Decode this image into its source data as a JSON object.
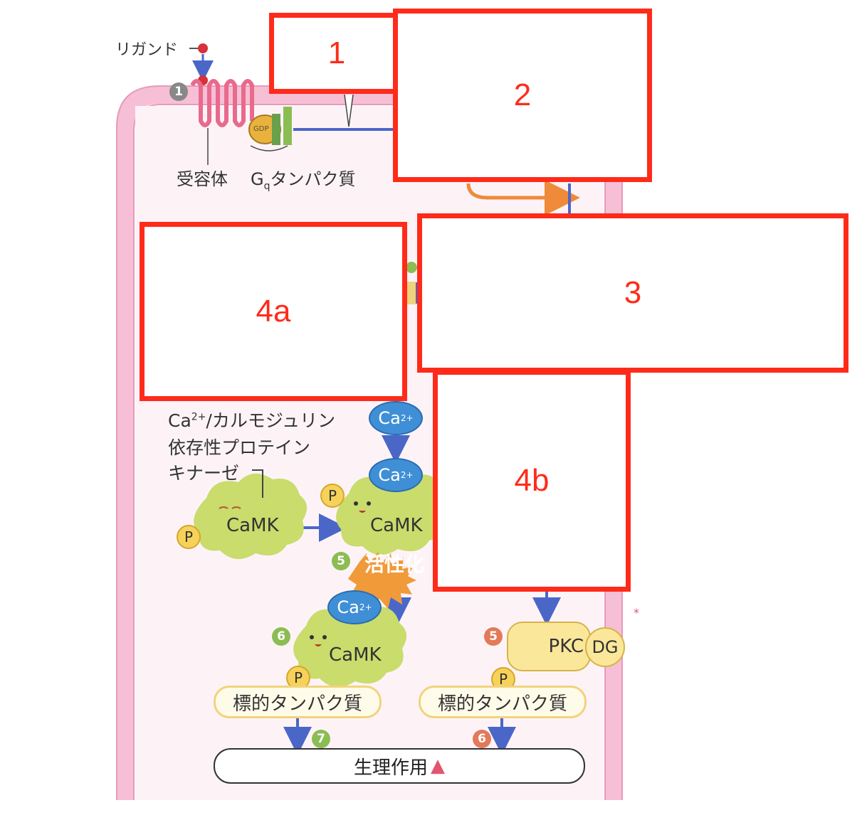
{
  "labels": {
    "ligand": "リガンド",
    "receptor": "受容体",
    "gq_protein_prefix": "G",
    "gq_protein_sub": "q",
    "gq_protein_suffix": "タンパク質",
    "gdp": "GDP",
    "camk_name_line1": "Ca",
    "camk_name_sup": "2+",
    "camk_name_line1_rest": "/カルモジュリン",
    "camk_name_line2": "依存性プロテイン",
    "camk_name_line3": "キナーゼ",
    "camk": "CaMK",
    "ca": "Ca",
    "ca_sup": "2+",
    "p": "P",
    "activation": "活性化",
    "pkc": "PKC",
    "dg": "DG",
    "target_protein": "標的タンパク質",
    "physiological_effect": "生理作用",
    "asterisk": "*"
  },
  "step_numbers": {
    "receptor": "1",
    "camk_activation": "5",
    "camk_phos": "6",
    "camk_effect": "7",
    "pkc": "5",
    "pkc_effect": "6"
  },
  "covers": [
    {
      "label": "1"
    },
    {
      "label": "2"
    },
    {
      "label": "3"
    },
    {
      "label": "4a"
    },
    {
      "label": "4b"
    }
  ],
  "colors": {
    "membrane": "#f6bfd6",
    "membrane_edge": "#e89ab9",
    "cell_fill": "#fdf3f7",
    "arrow_blue": "#4a67c8",
    "arrow_orange": "#ef8a3a",
    "cover_red": "#ff2b1a",
    "camk_green": "#c9dc6c",
    "ca_blue": "#3f8fd6",
    "pkc_yellow": "#fbe79a"
  }
}
